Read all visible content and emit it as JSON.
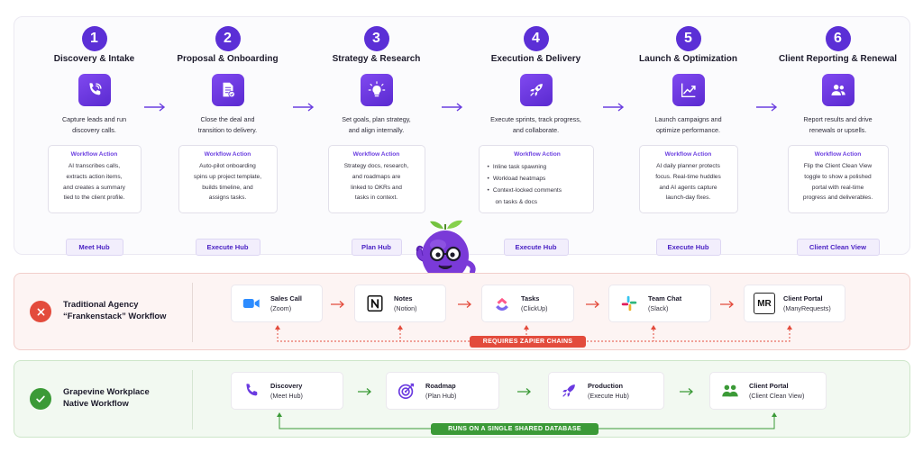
{
  "stages": [
    {
      "number": "1",
      "title": "Discovery & Intake",
      "icon": "phone-icon",
      "description": "Capture leads and run\ndiscovery calls.",
      "action_label": "Workflow Action",
      "action_text": "AI transcribes calls,\nextracts action items,\nand creates a summary\ntied to the client profile.",
      "hub": "Meet Hub"
    },
    {
      "number": "2",
      "title": "Proposal & Onboarding",
      "icon": "document-check-icon",
      "description": "Close the deal and\ntransition to delivery.",
      "action_label": "Workflow Action",
      "action_text": "Auto-pilot onboarding\nspins up project template,\nbuilds timeline, and\nassigns tasks.",
      "hub": "Execute Hub"
    },
    {
      "number": "3",
      "title": "Strategy & Research",
      "icon": "lightbulb-icon",
      "description": "Set goals, plan strategy,\nand align internally.",
      "action_label": "Workflow Action",
      "action_text": "Strategy docs, research,\nand roadmaps are\nlinked to OKRs and\ntasks in context.",
      "hub": "Plan Hub"
    },
    {
      "number": "4",
      "title": "Execution & Delivery",
      "icon": "rocket-icon",
      "description": "Execute sprints, track progress,\nand collaborate.",
      "action_label": "Workflow Action",
      "action_items": [
        "Inline task spawning",
        "Workload heatmaps",
        "Context-locked comments",
        "on tasks & docs"
      ],
      "hub": "Execute Hub"
    },
    {
      "number": "5",
      "title": "Launch & Optimization",
      "icon": "growth-chart-icon",
      "description": "Launch campaigns and\noptimize performance.",
      "action_label": "Workflow Action",
      "action_text": "AI daily planner protects\nfocus. Real-time huddles\nand AI agents capture\nlaunch-day fixes.",
      "hub": "Execute Hub"
    },
    {
      "number": "6",
      "title": "Client Reporting & Renewal",
      "icon": "users-icon",
      "description": "Report results and drive\nrenewals or upsells.",
      "action_label": "Workflow Action",
      "action_text": "Flip the Client Clean View\ntoggle to show a polished\nportal with real-time\nprogress and deliverables.",
      "hub": "Client Clean View"
    }
  ],
  "traditional": {
    "label": "Traditional Agency\n“Frankenstack” Workflow",
    "badge_icon": "x-circle-icon",
    "tools": [
      {
        "name": "Sales Call",
        "sub": "(Zoom)",
        "icon": "zoom-video-icon"
      },
      {
        "name": "Notes",
        "sub": "(Notion)",
        "icon": "notion-icon"
      },
      {
        "name": "Tasks",
        "sub": "(ClickUp)",
        "icon": "clickup-icon"
      },
      {
        "name": "Team Chat",
        "sub": "(Slack)",
        "icon": "slack-icon"
      },
      {
        "name": "Client Portal",
        "sub": "(ManyRequests)",
        "icon": "manyrequests-icon",
        "mark": "MR"
      }
    ],
    "loop_label": "REQUIRES ZAPIER CHAINS",
    "accent": "#e34b3c"
  },
  "native": {
    "label": "Grapevine Workplace\nNative Workflow",
    "badge_icon": "check-circle-icon",
    "tools": [
      {
        "name": "Discovery",
        "sub": "(Meet Hub)",
        "icon": "phone-icon"
      },
      {
        "name": "Roadmap",
        "sub": "(Plan Hub)",
        "icon": "target-icon"
      },
      {
        "name": "Production",
        "sub": "(Execute Hub)",
        "icon": "rocket-icon"
      },
      {
        "name": "Client Portal",
        "sub": "(Client Clean View)",
        "icon": "users-icon"
      }
    ],
    "loop_label": "RUNS ON A SINGLE SHARED DATABASE",
    "accent": "#3b9a37"
  },
  "colors": {
    "brand": "#5b2fd6",
    "brand_light": "#8049f0",
    "error": "#e34b3c",
    "success": "#3b9a37"
  }
}
